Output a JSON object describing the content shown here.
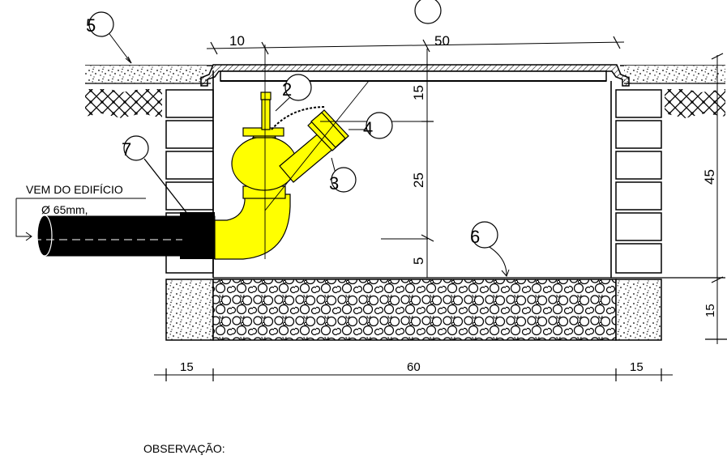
{
  "drawing": {
    "colors": {
      "line": "#000000",
      "valve": "#ffff00",
      "background": "#ffffff"
    },
    "callouts": [
      "2",
      "3",
      "4",
      "5",
      "6",
      "7"
    ],
    "dimensions": {
      "d10": "10",
      "d50": "50",
      "d15_top": "15",
      "d25": "25",
      "d5": "5",
      "d45": "45",
      "d15_right": "15",
      "d15_bl": "15",
      "d60": "60",
      "d15_br": "15"
    },
    "labels": {
      "inlet_from": "VEM DO EDIFÍCIO",
      "inlet_diameter": "Ø 65mm,",
      "observation": "OBSERVAÇÃO:"
    }
  }
}
